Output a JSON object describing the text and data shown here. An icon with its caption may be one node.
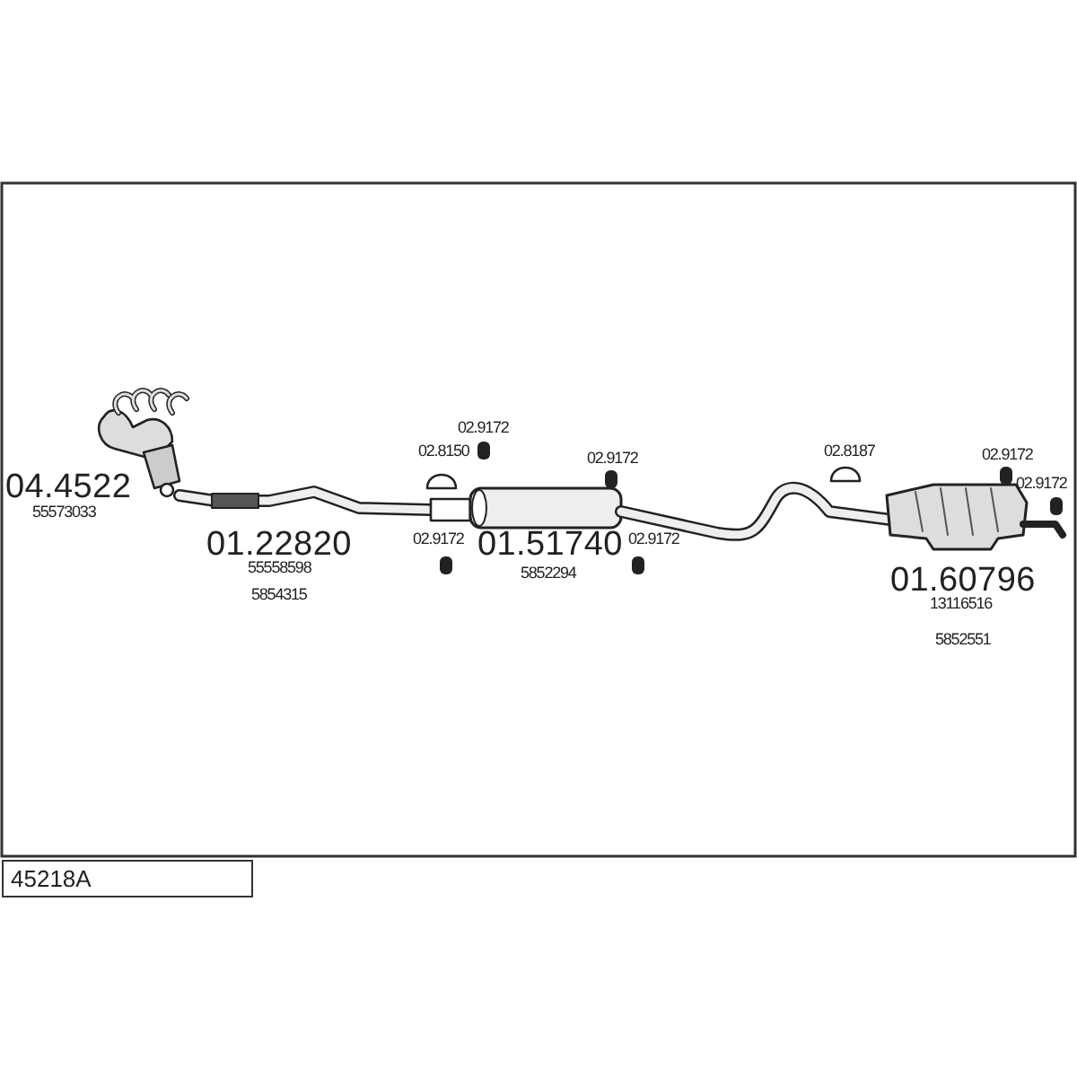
{
  "diagram": {
    "labels": [
      "02.9172",
      "02.8150",
      "02.9172",
      "02.8187",
      "02.9172",
      "04.4522",
      "55573033",
      "02.9172",
      "01.22820",
      "55558598",
      "5854315",
      "02.9172",
      "01.51740",
      "02.9172",
      "5852294",
      "01.60796",
      "13116516",
      "5852551",
      "45218A"
    ]
  }
}
